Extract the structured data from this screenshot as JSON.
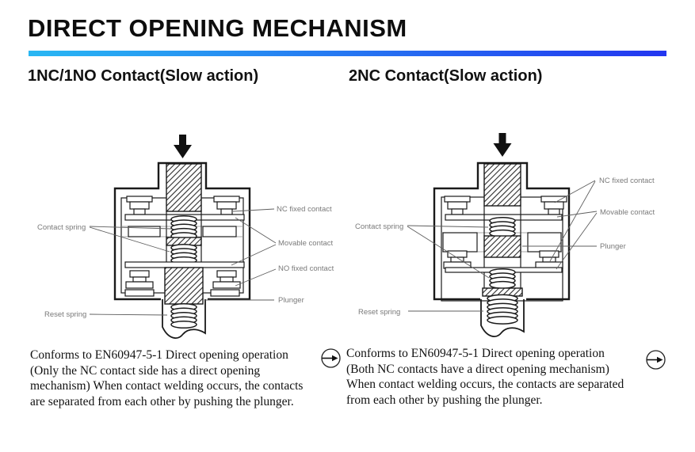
{
  "header": {
    "title": "DIRECT OPENING MECHANISM",
    "rule_gradient_start": "#29b7f3",
    "rule_gradient_end": "#2336f0"
  },
  "icons": {
    "push_arrow": "down-arrow-icon",
    "direct_opening": "circled-right-arrow-icon"
  },
  "colors": {
    "label_text": "#7a7a7a",
    "diagram_line": "#1a1a1a",
    "body_text": "#111111"
  },
  "panels": [
    {
      "heading": "1NC/1NO Contact(Slow action)",
      "diagram_labels": {
        "contact_spring": "Contact spring",
        "reset_spring": "Reset spring",
        "nc_fixed_contact": "NC fixed contact",
        "movable_contact": "Movable contact",
        "no_fixed_contact": "NO fixed contact",
        "plunger": "Plunger"
      },
      "paragraph_lines": [
        "Conforms to EN60947-5-1 Direct opening operation",
        "(Only the NC contact side has a direct opening",
        "mechanism) When contact welding occurs, the contacts",
        "are separated from each other by pushing the plunger."
      ]
    },
    {
      "heading": "2NC Contact(Slow action)",
      "diagram_labels": {
        "contact_spring": "Contact spring",
        "reset_spring": "Reset spring",
        "nc_fixed_contact": "NC fixed contact",
        "movable_contact": "Movable contact",
        "plunger": "Plunger"
      },
      "paragraph_lines": [
        "Conforms to EN60947-5-1 Direct opening operation",
        "(Both NC contacts have a direct opening mechanism)",
        "When contact welding occurs, the contacts are separated",
        "from each other by pushing the plunger."
      ]
    }
  ]
}
